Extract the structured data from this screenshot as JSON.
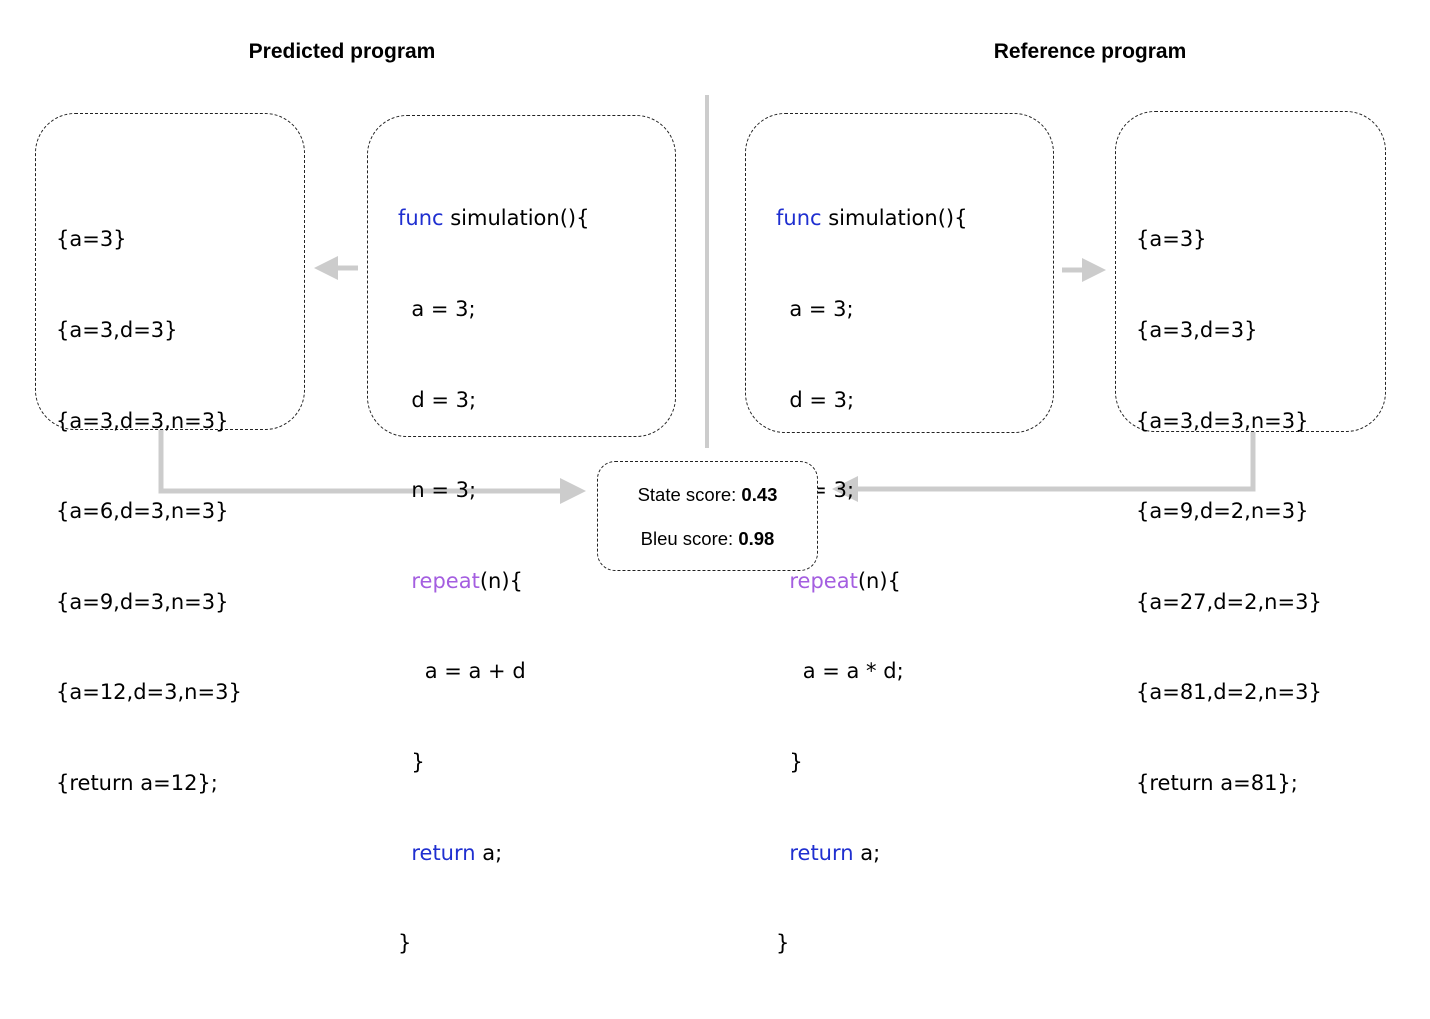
{
  "headings": {
    "predicted": "Predicted program",
    "reference": "Reference program"
  },
  "predicted": {
    "states": [
      "{a=3}",
      "{a=3,d=3}",
      "{a=3,d=3,n=3}",
      "{a=6,d=3,n=3}",
      "{a=9,d=3,n=3}",
      "{a=12,d=3,n=3}",
      "{return a=12};"
    ],
    "code": {
      "func_kw": "func",
      "signature": " simulation(){",
      "assign_a": "  a = 3;",
      "assign_d": "  d = 3;",
      "assign_n": "  n = 3;",
      "repeat_kw": "repeat",
      "repeat_args": "(n){",
      "body": "    a = a + d",
      "close_inner": "  }",
      "return_kw": "return",
      "return_val": " a;",
      "close_outer": "}"
    }
  },
  "reference": {
    "states": [
      "{a=3}",
      "{a=3,d=3}",
      "{a=3,d=3,n=3}",
      "{a=9,d=2,n=3}",
      "{a=27,d=2,n=3}",
      "{a=81,d=2,n=3}",
      "{return a=81};"
    ],
    "code": {
      "func_kw": "func",
      "signature": " simulation(){",
      "assign_a": "  a = 3;",
      "assign_d": "  d = 3;",
      "assign_n": "  n = 3;",
      "repeat_kw": "repeat",
      "repeat_args": "(n){",
      "body": "    a = a * d;",
      "close_inner": "  }",
      "return_kw": "return",
      "return_val": " a;",
      "close_outer": "}"
    }
  },
  "scores": {
    "state_label": "State score: ",
    "state_value": "0.43",
    "bleu_label": "Bleu score: ",
    "bleu_value": "0.98"
  },
  "colors": {
    "keyword_blue": "#1f2fd0",
    "keyword_purple": "#a45ee0",
    "arrow_gray": "#cccccc",
    "border": "#222222"
  }
}
